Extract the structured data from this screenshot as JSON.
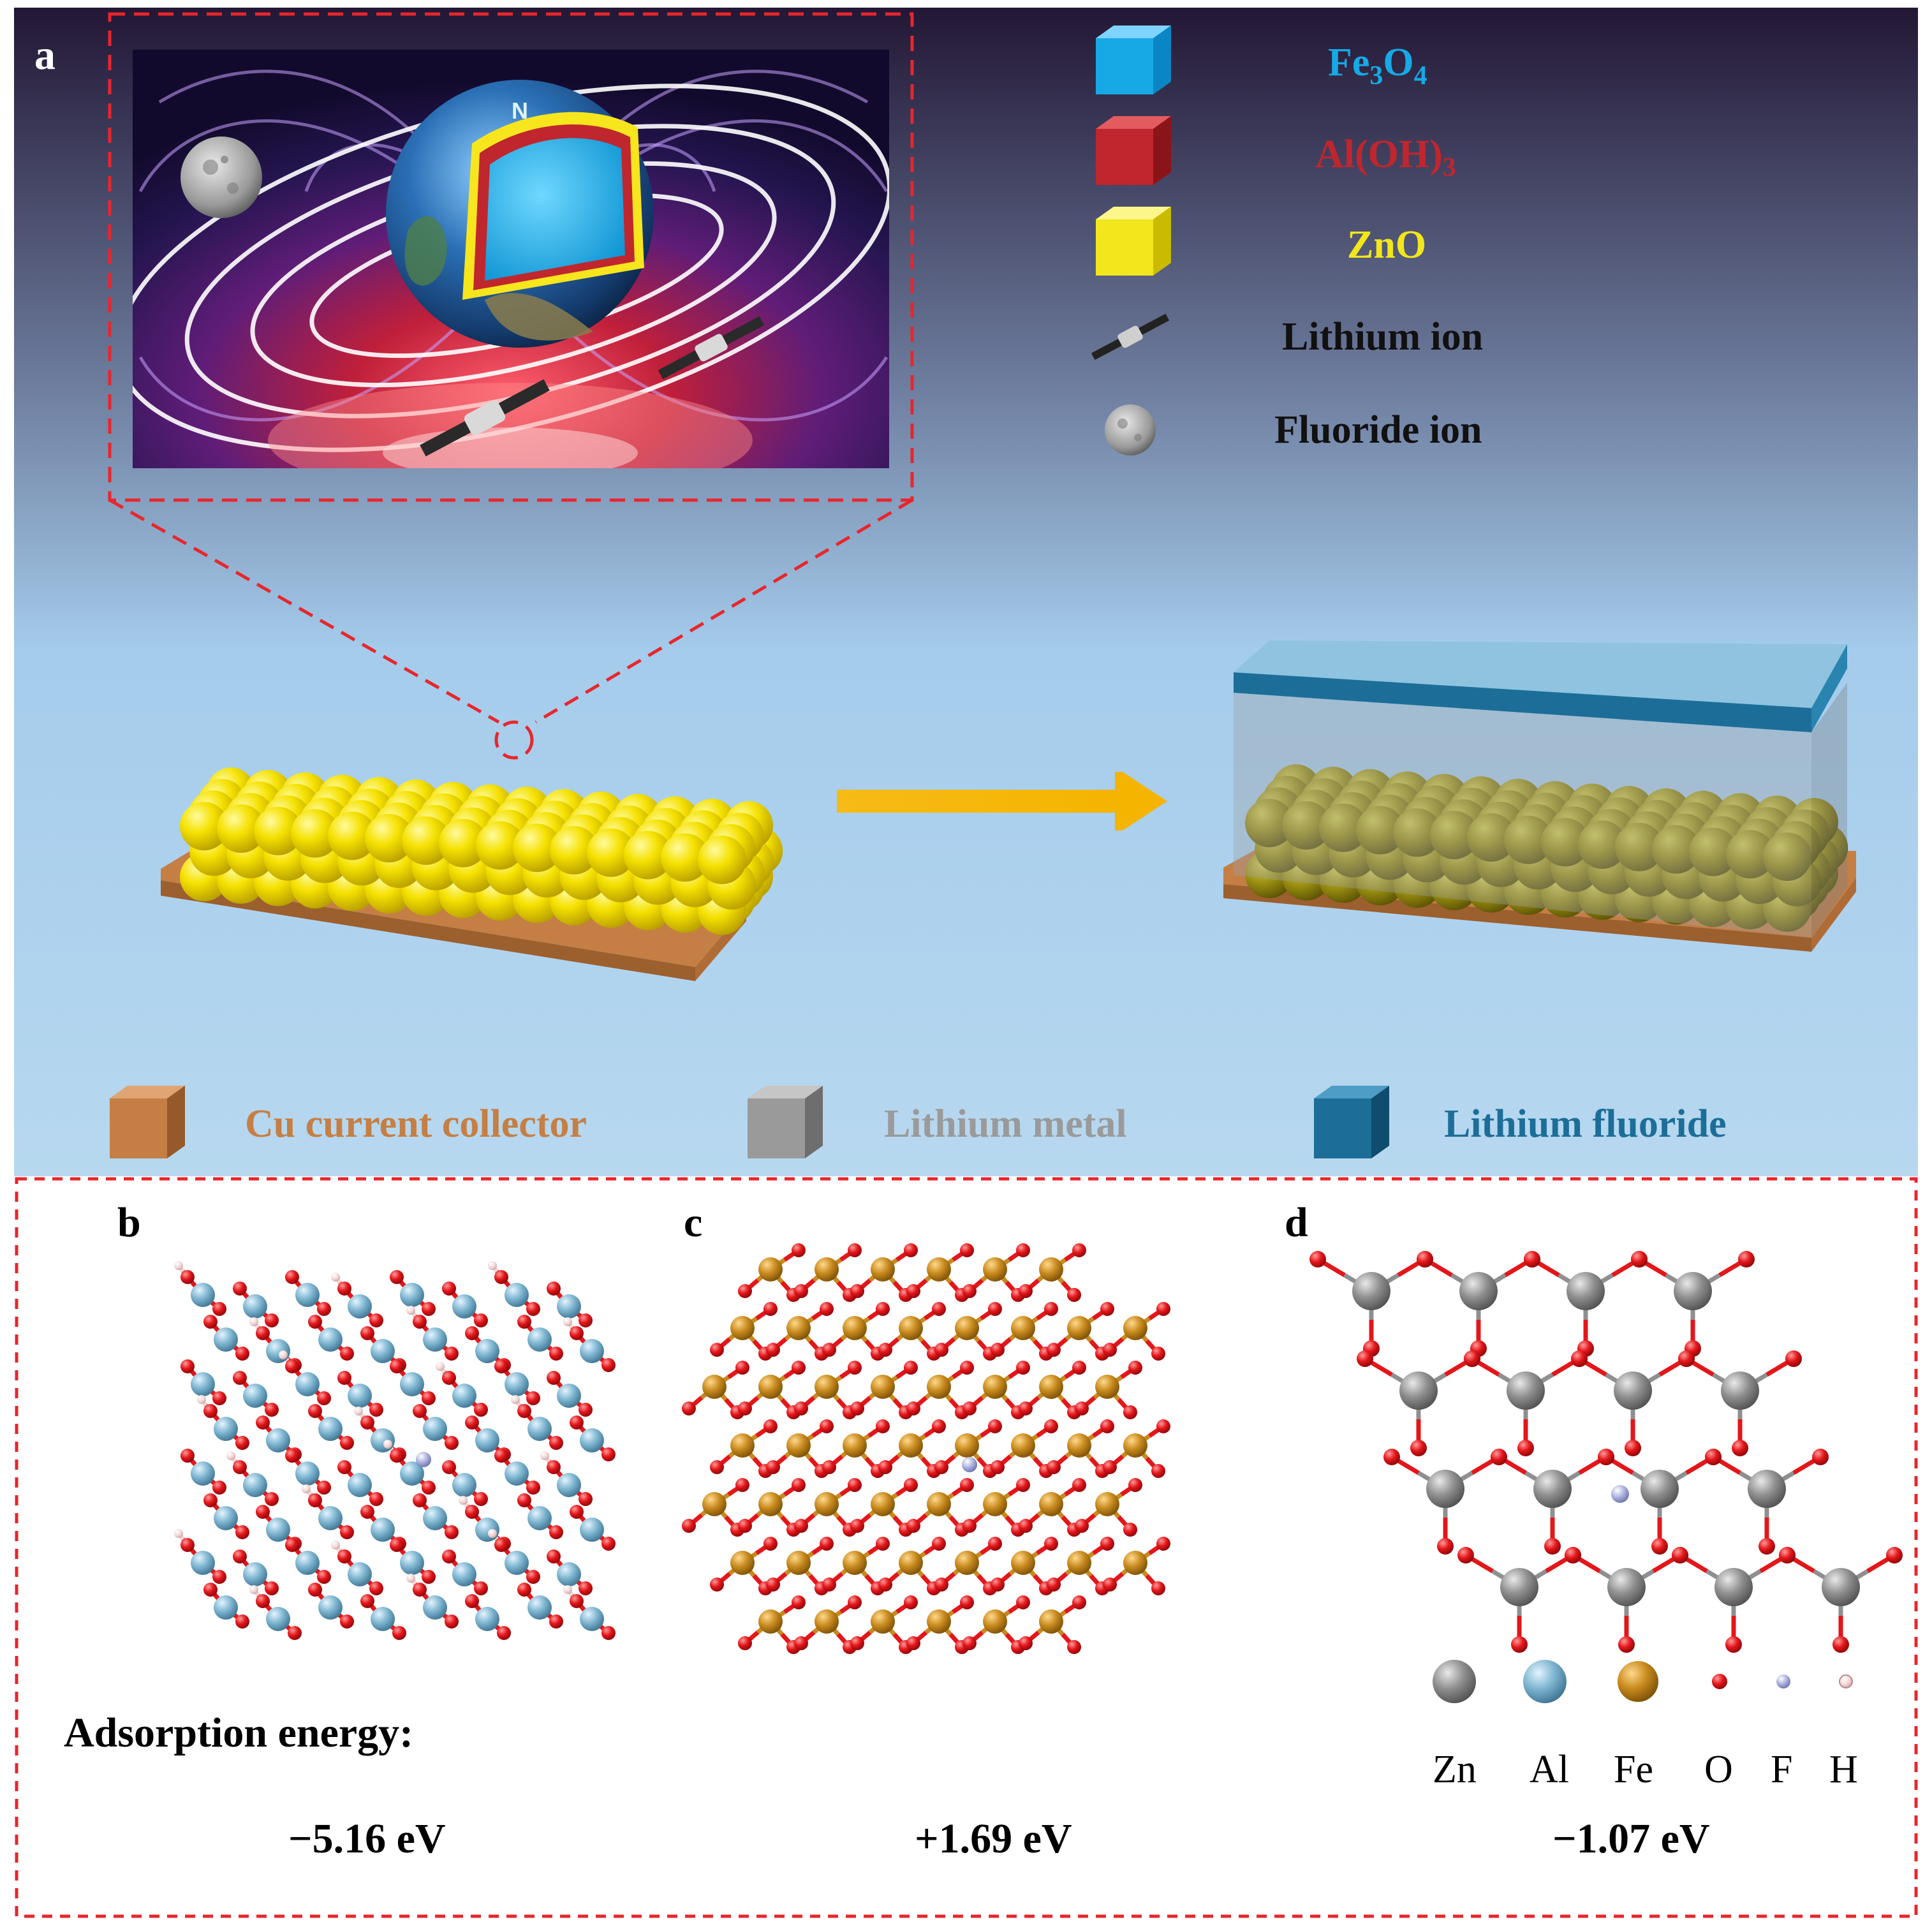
{
  "panels": {
    "a": "a",
    "b": "b",
    "c": "c",
    "d": "d"
  },
  "globe_marker": "N",
  "legend_top": [
    {
      "label": "Fe3O4",
      "main": "Fe",
      "sub1": "3",
      "mid": "O",
      "sub2": "4",
      "color": "#16a9e6",
      "icon": "cube-icon"
    },
    {
      "label": "Al(OH)3",
      "main": "Al(OH)",
      "sub1": "3",
      "color": "#c0262d",
      "icon": "cube-icon"
    },
    {
      "label": "ZnO",
      "color": "#f2e61c",
      "icon": "cube-icon"
    },
    {
      "label": "Lithium ion",
      "color": "#111111",
      "icon": "satellite-icon"
    },
    {
      "label": "Fluoride ion",
      "color": "#111111",
      "icon": "moon-icon"
    }
  ],
  "materials": [
    {
      "label": "Cu current collector",
      "color": "#c57f44"
    },
    {
      "label": "Lithium metal",
      "color": "#9a9a9a"
    },
    {
      "label": "Lithium fluoride",
      "color": "#1c6e98"
    }
  ],
  "adsorption_label": "Adsorption energy:",
  "energies": [
    "−5.16 eV",
    "+1.69 eV",
    "−1.07  eV"
  ],
  "elements": [
    {
      "symbol": "Zn",
      "color": "#8f8f8f"
    },
    {
      "symbol": "Al",
      "color": "#7eb5d0"
    },
    {
      "symbol": "Fe",
      "color": "#c88a1e"
    },
    {
      "symbol": "O",
      "color": "#e3161a"
    },
    {
      "symbol": "F",
      "color": "#a8aedc"
    },
    {
      "symbol": "H",
      "color": "#f1d6d6"
    }
  ]
}
